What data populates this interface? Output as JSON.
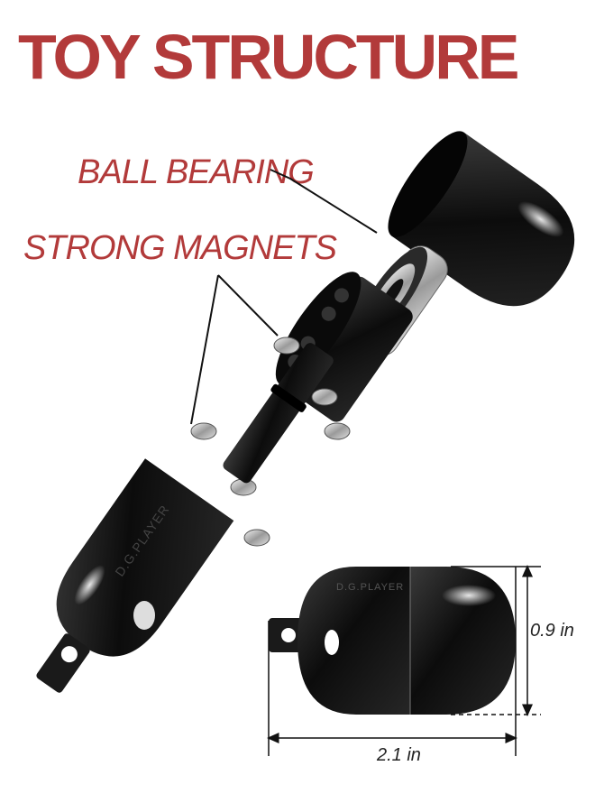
{
  "title": "TOY STRUCTURE",
  "labels": {
    "ball_bearing": "BALL BEARING",
    "strong_magnets": "STRONG MAGNETS"
  },
  "brand_engraving": "D.G.PLAYER",
  "dimensions": {
    "height": "0.9 in",
    "width": "2.1 in"
  },
  "colors": {
    "title": "#b23a3a",
    "body": "#111111"
  }
}
